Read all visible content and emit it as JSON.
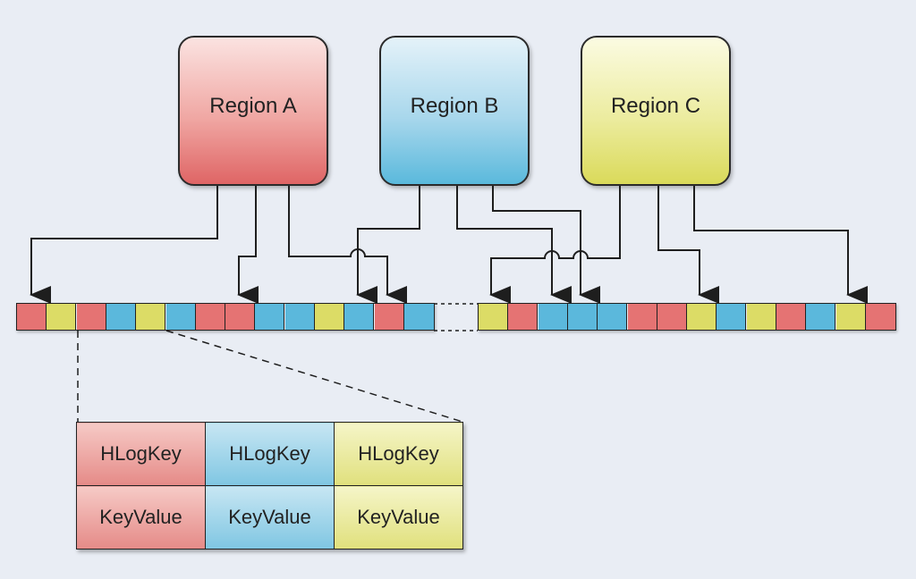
{
  "regions": [
    {
      "id": "a",
      "label": "Region A",
      "color": "red"
    },
    {
      "id": "b",
      "label": "Region B",
      "color": "blue"
    },
    {
      "id": "c",
      "label": "Region C",
      "color": "yellow"
    }
  ],
  "colors": {
    "red": "#e57373",
    "blue": "#5bb8dc",
    "yellow": "#dcdc66",
    "line": "#1e1e1e",
    "background": "#e9edf4"
  },
  "log_strip_left": [
    "red",
    "yellow",
    "red",
    "blue",
    "yellow",
    "blue",
    "red",
    "red",
    "blue",
    "blue",
    "yellow",
    "blue",
    "red",
    "blue"
  ],
  "log_strip_right": [
    "yellow",
    "red",
    "blue",
    "blue",
    "blue",
    "red",
    "red",
    "yellow",
    "blue",
    "yellow",
    "red",
    "blue",
    "yellow",
    "red"
  ],
  "entry_detail": {
    "row1": [
      "HLogKey",
      "HLogKey",
      "HLogKey"
    ],
    "row2": [
      "KeyValue",
      "KeyValue",
      "KeyValue"
    ]
  }
}
